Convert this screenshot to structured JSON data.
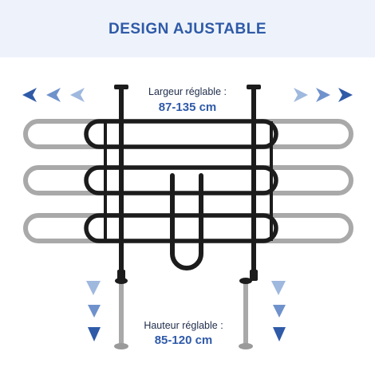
{
  "banner": {
    "title": "DESIGN AJUSTABLE"
  },
  "width": {
    "label": "Largeur réglable :",
    "value": "87-135 cm"
  },
  "height": {
    "label": "Hauteur réglable :",
    "value": "85-120 cm"
  },
  "colors": {
    "accent": "#2f5aa8",
    "banner_bg": "#eef3fb",
    "frame": "#1c1c1c",
    "extension": "#a9a9a9",
    "arrow_dark": "#2f5aa8",
    "arrow_light": "#9fb8de"
  },
  "icons": [
    "arrow-left-icon",
    "arrow-right-icon",
    "arrow-down-icon"
  ]
}
